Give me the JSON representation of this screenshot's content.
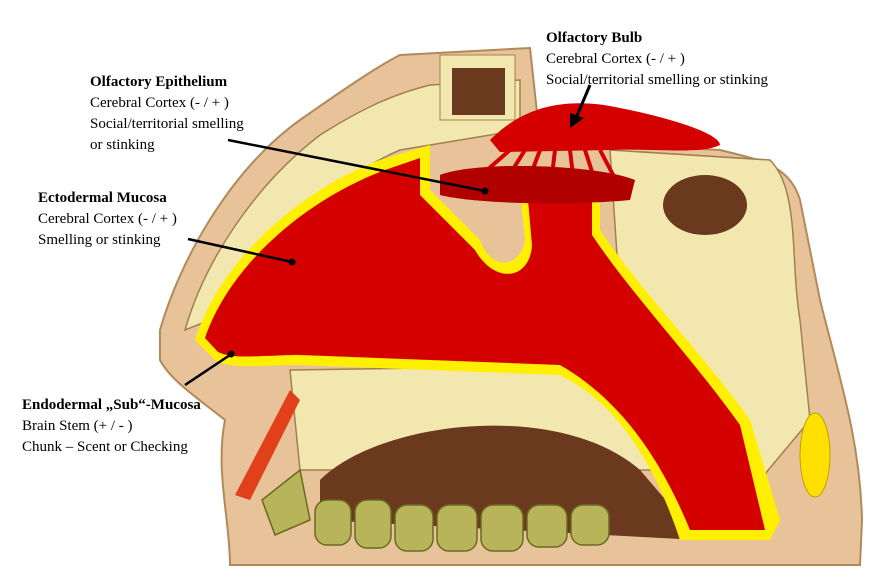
{
  "labels": {
    "olfactory_bulb": {
      "title": "Olfactory Bulb",
      "line1": "Cerebral Cortex (- / + )",
      "line2": "Social/territorial smelling or stinking"
    },
    "olfactory_epithelium": {
      "title": "Olfactory Epithelium",
      "line1": "Cerebral Cortex (- / + )",
      "line2": "Social/territorial smelling",
      "line3": "or stinking"
    },
    "ectodermal_mucosa": {
      "title": "Ectodermal Mucosa",
      "line1": "Cerebral Cortex (- / + )",
      "line2": "Smelling or stinking"
    },
    "endodermal_mucosa": {
      "title": "Endodermal „Sub“-Mucosa",
      "line1": "Brain Stem (+ / - )",
      "line2": "Chunk – Scent or Checking"
    }
  },
  "colors": {
    "mucosa": "#d40000",
    "border": "#ffef00",
    "bone": "#f3e7b0",
    "skin": "#e8c39a",
    "palate": "#6b3a1e",
    "teeth": "#b8b45a"
  }
}
